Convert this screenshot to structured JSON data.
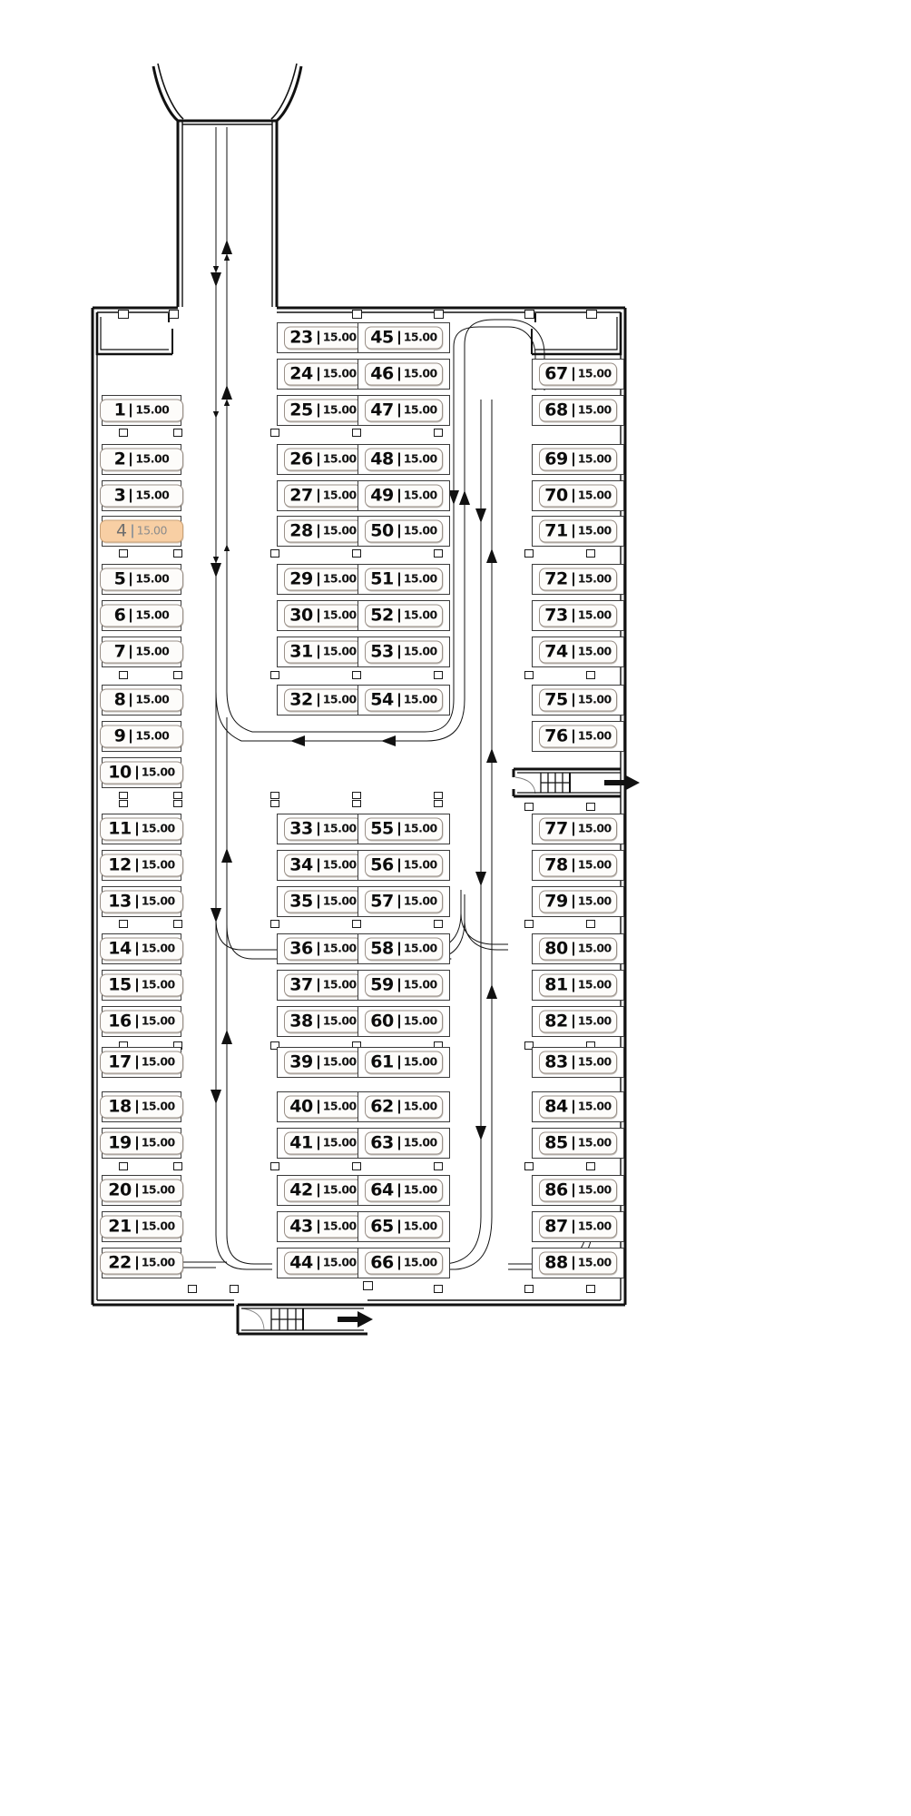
{
  "plan": {
    "kind": "parking-garage-floor-plan",
    "price_label": "15.00",
    "selected_stall": "4",
    "selected_color": "#F8CFA4",
    "stall_count": 88,
    "exit_marker": "arrow-right",
    "stair_count": 2,
    "ramp_label": ""
  },
  "stalls": {
    "left": [
      {
        "id": "1",
        "price": "15.00",
        "selected": false
      },
      {
        "id": "2",
        "price": "15.00",
        "selected": false
      },
      {
        "id": "3",
        "price": "15.00",
        "selected": false
      },
      {
        "id": "4",
        "price": "15.00",
        "selected": true
      },
      {
        "id": "5",
        "price": "15.00",
        "selected": false
      },
      {
        "id": "6",
        "price": "15.00",
        "selected": false
      },
      {
        "id": "7",
        "price": "15.00",
        "selected": false
      },
      {
        "id": "8",
        "price": "15.00",
        "selected": false
      },
      {
        "id": "9",
        "price": "15.00",
        "selected": false
      },
      {
        "id": "10",
        "price": "15.00",
        "selected": false
      },
      {
        "id": "11",
        "price": "15.00",
        "selected": false
      },
      {
        "id": "12",
        "price": "15.00",
        "selected": false
      },
      {
        "id": "13",
        "price": "15.00",
        "selected": false
      },
      {
        "id": "14",
        "price": "15.00",
        "selected": false
      },
      {
        "id": "15",
        "price": "15.00",
        "selected": false
      },
      {
        "id": "16",
        "price": "15.00",
        "selected": false
      },
      {
        "id": "17",
        "price": "15.00",
        "selected": false
      },
      {
        "id": "18",
        "price": "15.00",
        "selected": false
      },
      {
        "id": "19",
        "price": "15.00",
        "selected": false
      },
      {
        "id": "20",
        "price": "15.00",
        "selected": false
      },
      {
        "id": "21",
        "price": "15.00",
        "selected": false
      },
      {
        "id": "22",
        "price": "15.00",
        "selected": false
      }
    ],
    "center_left_upper": [
      {
        "id": "23",
        "price": "15.00",
        "selected": false
      },
      {
        "id": "24",
        "price": "15.00",
        "selected": false
      },
      {
        "id": "25",
        "price": "15.00",
        "selected": false
      },
      {
        "id": "26",
        "price": "15.00",
        "selected": false
      },
      {
        "id": "27",
        "price": "15.00",
        "selected": false
      },
      {
        "id": "28",
        "price": "15.00",
        "selected": false
      },
      {
        "id": "29",
        "price": "15.00",
        "selected": false
      },
      {
        "id": "30",
        "price": "15.00",
        "selected": false
      },
      {
        "id": "31",
        "price": "15.00",
        "selected": false
      },
      {
        "id": "32",
        "price": "15.00",
        "selected": false
      }
    ],
    "center_left_lower": [
      {
        "id": "33",
        "price": "15.00",
        "selected": false
      },
      {
        "id": "34",
        "price": "15.00",
        "selected": false
      },
      {
        "id": "35",
        "price": "15.00",
        "selected": false
      },
      {
        "id": "36",
        "price": "15.00",
        "selected": false
      },
      {
        "id": "37",
        "price": "15.00",
        "selected": false
      },
      {
        "id": "38",
        "price": "15.00",
        "selected": false
      },
      {
        "id": "39",
        "price": "15.00",
        "selected": false
      },
      {
        "id": "40",
        "price": "15.00",
        "selected": false
      },
      {
        "id": "41",
        "price": "15.00",
        "selected": false
      },
      {
        "id": "42",
        "price": "15.00",
        "selected": false
      },
      {
        "id": "43",
        "price": "15.00",
        "selected": false
      },
      {
        "id": "44",
        "price": "15.00",
        "selected": false
      }
    ],
    "center_right_upper": [
      {
        "id": "45",
        "price": "15.00",
        "selected": false
      },
      {
        "id": "46",
        "price": "15.00",
        "selected": false
      },
      {
        "id": "47",
        "price": "15.00",
        "selected": false
      },
      {
        "id": "48",
        "price": "15.00",
        "selected": false
      },
      {
        "id": "49",
        "price": "15.00",
        "selected": false
      },
      {
        "id": "50",
        "price": "15.00",
        "selected": false
      },
      {
        "id": "51",
        "price": "15.00",
        "selected": false
      },
      {
        "id": "52",
        "price": "15.00",
        "selected": false
      },
      {
        "id": "53",
        "price": "15.00",
        "selected": false
      },
      {
        "id": "54",
        "price": "15.00",
        "selected": false
      }
    ],
    "center_right_lower": [
      {
        "id": "55",
        "price": "15.00",
        "selected": false
      },
      {
        "id": "56",
        "price": "15.00",
        "selected": false
      },
      {
        "id": "57",
        "price": "15.00",
        "selected": false
      },
      {
        "id": "58",
        "price": "15.00",
        "selected": false
      },
      {
        "id": "59",
        "price": "15.00",
        "selected": false
      },
      {
        "id": "60",
        "price": "15.00",
        "selected": false
      },
      {
        "id": "61",
        "price": "15.00",
        "selected": false
      },
      {
        "id": "62",
        "price": "15.00",
        "selected": false
      },
      {
        "id": "63",
        "price": "15.00",
        "selected": false
      },
      {
        "id": "64",
        "price": "15.00",
        "selected": false
      },
      {
        "id": "65",
        "price": "15.00",
        "selected": false
      },
      {
        "id": "66",
        "price": "15.00",
        "selected": false
      }
    ],
    "right_upper": [
      {
        "id": "67",
        "price": "15.00",
        "selected": false
      },
      {
        "id": "68",
        "price": "15.00",
        "selected": false
      },
      {
        "id": "69",
        "price": "15.00",
        "selected": false
      },
      {
        "id": "70",
        "price": "15.00",
        "selected": false
      },
      {
        "id": "71",
        "price": "15.00",
        "selected": false
      },
      {
        "id": "72",
        "price": "15.00",
        "selected": false
      },
      {
        "id": "73",
        "price": "15.00",
        "selected": false
      },
      {
        "id": "74",
        "price": "15.00",
        "selected": false
      },
      {
        "id": "75",
        "price": "15.00",
        "selected": false
      },
      {
        "id": "76",
        "price": "15.00",
        "selected": false
      }
    ],
    "right_lower": [
      {
        "id": "77",
        "price": "15.00",
        "selected": false
      },
      {
        "id": "78",
        "price": "15.00",
        "selected": false
      },
      {
        "id": "79",
        "price": "15.00",
        "selected": false
      },
      {
        "id": "80",
        "price": "15.00",
        "selected": false
      },
      {
        "id": "81",
        "price": "15.00",
        "selected": false
      },
      {
        "id": "82",
        "price": "15.00",
        "selected": false
      },
      {
        "id": "83",
        "price": "15.00",
        "selected": false
      },
      {
        "id": "84",
        "price": "15.00",
        "selected": false
      },
      {
        "id": "85",
        "price": "15.00",
        "selected": false
      },
      {
        "id": "86",
        "price": "15.00",
        "selected": false
      },
      {
        "id": "87",
        "price": "15.00",
        "selected": false
      },
      {
        "id": "88",
        "price": "15.00",
        "selected": false
      }
    ]
  }
}
